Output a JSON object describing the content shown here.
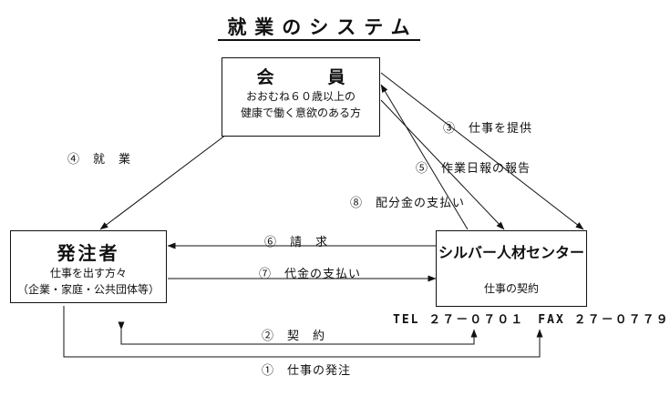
{
  "title": "就業のシステム",
  "member": {
    "name": "会　員",
    "desc": [
      "おおむね６０歳以上の",
      "健康で働く意欲のある方"
    ]
  },
  "orderer": {
    "name": "発注者",
    "desc": [
      "仕事を出す方々",
      "（企業・家庭・公共団体等）"
    ]
  },
  "center": {
    "name": "シルバー人材センター",
    "desc": "仕事の契約",
    "tel": "TEL ２７－０７０１　FAX ２７－０７７９"
  },
  "labels": {
    "work": "④　就　業",
    "provide": "③　仕事を提供",
    "report": "⑤　作業日報の報告",
    "payment": "⑧　配分金の支払い",
    "invoice": "⑥　請　求",
    "fee": "⑦　代金の支払い",
    "contract": "②　契　約",
    "order": "①　仕事の発注"
  }
}
